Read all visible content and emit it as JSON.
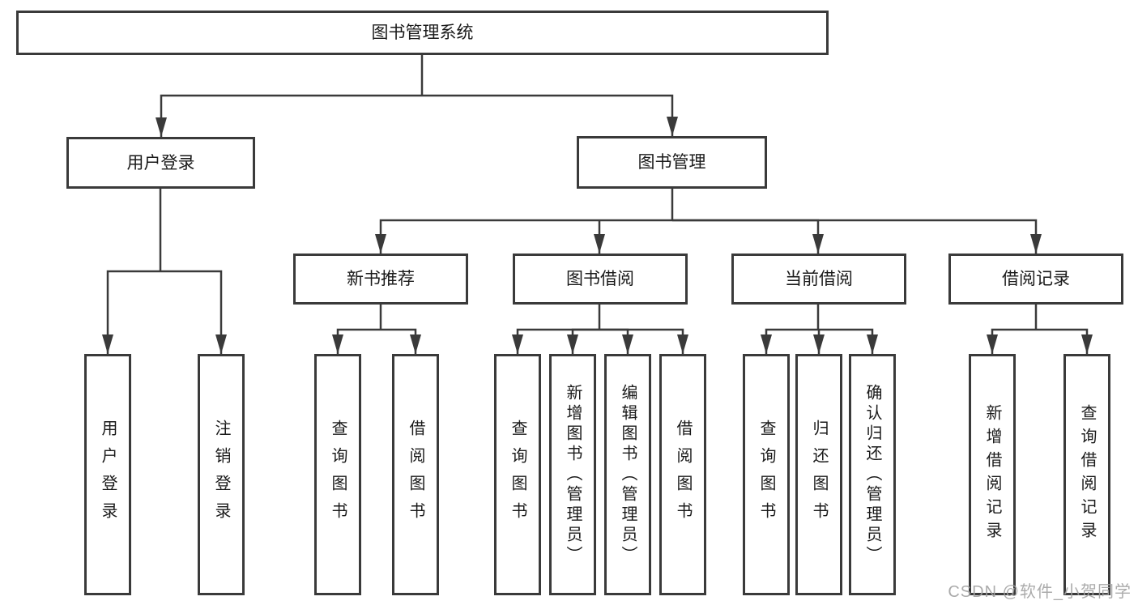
{
  "nodes": {
    "root": "图书管理系统",
    "user_login": "用户登录",
    "book_mgmt": "图书管理",
    "new_book": "新书推荐",
    "book_borrow": "图书借阅",
    "current_borrow": "当前借阅",
    "borrow_record": "借阅记录",
    "leaves": {
      "user_login": [
        "用户登录",
        "注销登录"
      ],
      "new_book": [
        "查询图书",
        "借阅图书"
      ],
      "book_borrow": [
        "查询图书",
        "新增图书（管理员）",
        "编辑图书（管理员）",
        "借阅图书"
      ],
      "current_borrow": [
        "查询图书",
        "归还图书",
        "确认归还（管理员）"
      ],
      "borrow_record": [
        "新增借阅记录",
        "查询借阅记录"
      ]
    }
  },
  "watermark": {
    "text": "CSDN @软件_小贺同学"
  },
  "colors": {
    "line": "#3a3a3a",
    "box_border": "#3a3a3a",
    "box_background": "#ffffff",
    "text": "#1a1a1a",
    "watermark": "#a3a3a3"
  }
}
